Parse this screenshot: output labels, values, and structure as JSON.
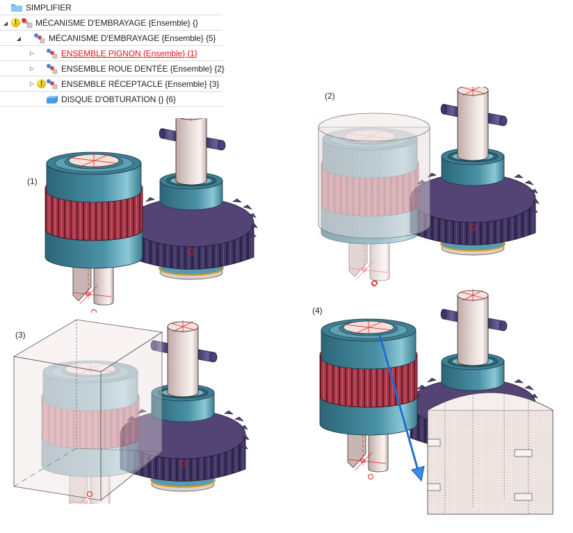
{
  "tree": {
    "root": {
      "label": "SIMPLIFIER",
      "icon": "folder-icon"
    },
    "items": [
      {
        "label": "MÉCANISME D'EMBRAYAGE {Ensemble} {}",
        "expander": "expanded",
        "warning": true,
        "icon": "assembly-icon",
        "level": 0
      },
      {
        "label": "MÉCANISME D'EMBRAYAGE {Ensemble} {5}",
        "expander": "expanded",
        "warning": false,
        "icon": "assembly-icon",
        "level": 1
      },
      {
        "label": "ENSEMBLE PIGNON {Ensemble} {1}",
        "expander": "collapsed",
        "warning": false,
        "icon": "assembly-icon",
        "level": 2,
        "selected": true
      },
      {
        "label": "ENSEMBLE ROUE DENTÉE {Ensemble} {2}",
        "expander": "collapsed",
        "warning": false,
        "icon": "assembly-icon",
        "level": 2
      },
      {
        "label": "ENSEMBLE RÉCEPTACLE {Ensemble} {3}",
        "expander": "collapsed",
        "warning": true,
        "icon": "assembly-icon",
        "level": 2
      },
      {
        "label": "DISQUE D'OBTURATION {} {6}",
        "expander": "none",
        "warning": false,
        "icon": "part-icon",
        "level": 2
      }
    ]
  },
  "views": [
    {
      "label": "(1)",
      "description": "Pinion assembly with gear wheel"
    },
    {
      "label": "(2)",
      "description": "Pinion enclosed in simplified cylinder"
    },
    {
      "label": "(3)",
      "description": "Pinion enclosed in simplified box"
    },
    {
      "label": "(4)",
      "description": "Receptacle with shut-off disk, arrow indicating displacement"
    }
  ],
  "colors": {
    "selected_text": "#e8101a",
    "bearing_teal": "#3d7f92",
    "gear_purple": "#534475",
    "pinion_red": "#b0384a",
    "shaft_pink": "#d8c4c0",
    "ring_orange": "#e0a020",
    "arrow_blue": "#1f6fd0",
    "axis_red": "#e02020"
  }
}
